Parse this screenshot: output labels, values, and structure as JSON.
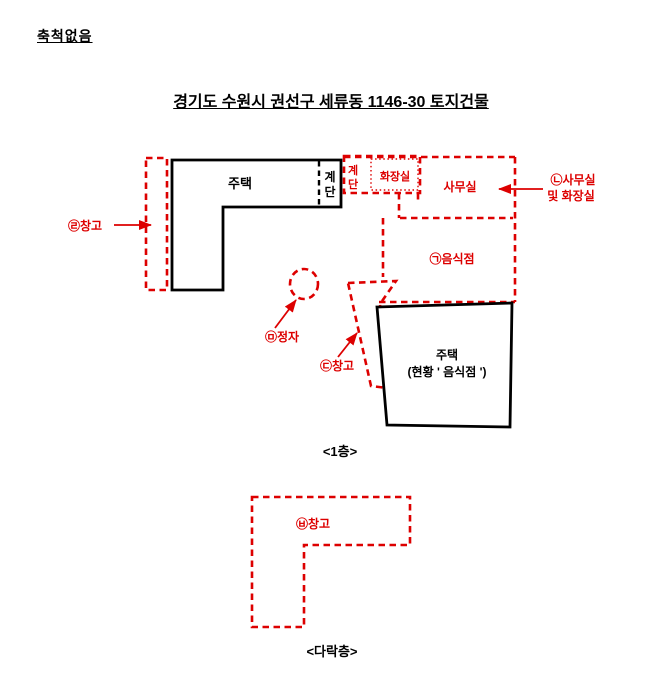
{
  "page": {
    "scale_note": "축척없음",
    "title": "경기도 수원시 권선구 세류동 1146-30 토지건물"
  },
  "colors": {
    "structure_black": "#000000",
    "unregistered_red": "#dd0000",
    "background": "#ffffff"
  },
  "floor1": {
    "caption": "<1층>",
    "house_main": "주택",
    "stairs_black": [
      "계",
      "단"
    ],
    "stairs_red": [
      "계",
      "단"
    ],
    "toilet": "화장실",
    "office": "사무실",
    "restaurant": "㉠음식점",
    "callout_office_line1": "㉡사무실",
    "callout_office_line2": "및 화장실",
    "callout_warehouse_left": "㉣창고",
    "callout_pavilion": "㉤정자",
    "callout_warehouse_mid": "㉢창고",
    "house2_line1": "주택",
    "house2_line2": "(현황 ' 음식점 ')"
  },
  "attic": {
    "caption": "<다락층>",
    "label": "㉥창고"
  }
}
